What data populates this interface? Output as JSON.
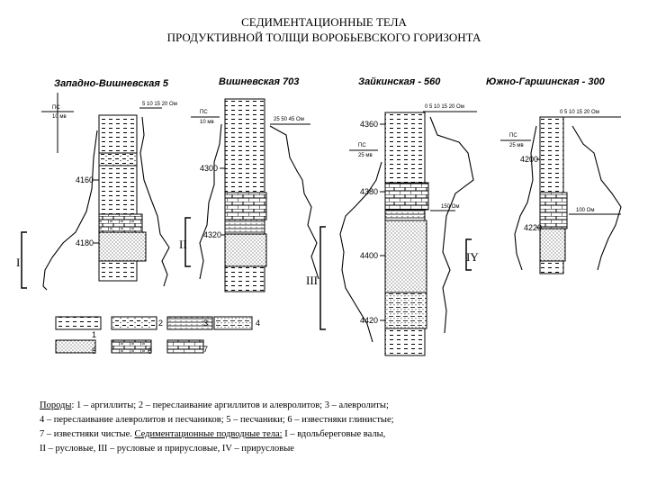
{
  "title": {
    "line1": "СЕДИМЕНТАЦИОННЫЕ ТЕЛА",
    "line2": "ПРОДУКТИВНОЙ ТОЛЩИ ВОРОБЬЕВСКОГО ГОРИЗОНТА"
  },
  "wells": [
    {
      "name": "Западно-Вишневская 5",
      "depths": [
        "4160",
        "4180"
      ],
      "body": "I",
      "sp_label": "ПС",
      "sp_unit": "10 мв",
      "scale": "5  10  15  20 Ом"
    },
    {
      "name": "Вишневская 703",
      "depths": [
        "4300",
        "4320"
      ],
      "body": "II",
      "sp_label": "ПС",
      "sp_unit": "10 мв",
      "scale": "25  50  45 Ом"
    },
    {
      "name": "Зайкинская - 560",
      "depths": [
        "4360",
        "4380",
        "4400",
        "4420"
      ],
      "body": "III",
      "sp_label": "ПС",
      "sp_unit": "25 мв",
      "scale": "0  5  10  15  20 Ом",
      "scale2": "150 Ом"
    },
    {
      "name": "Южно-Гаршинская - 300",
      "depths": [
        "4200",
        "4220"
      ],
      "body": "IY",
      "sp_label": "ПС",
      "sp_unit": "25 мв",
      "scale": "0  5  10  15  20 Ом",
      "scale2": "100 Ом"
    }
  ],
  "legend": [
    "1",
    "2",
    "3",
    "4",
    "5",
    "6",
    "7"
  ],
  "caption": {
    "rocks_label": "Породы",
    "rocks_text": ": 1 – аргиллиты; 2 – переслаивание аргиллитов и алевролитов; 3 – алевролиты;",
    "line2": "4 – переслаивание алевролитов и песчаников; 5 – песчаники; 6 – известняки глинистые;",
    "line3_start": "7 – известняки чистые. ",
    "bodies_label": "Седиментационные подводные тела:",
    "line3_end": " I – вдольбереговые валы,",
    "line4": "II – русловые, III – русловые и прирусловые,  IV – прирусловые"
  }
}
